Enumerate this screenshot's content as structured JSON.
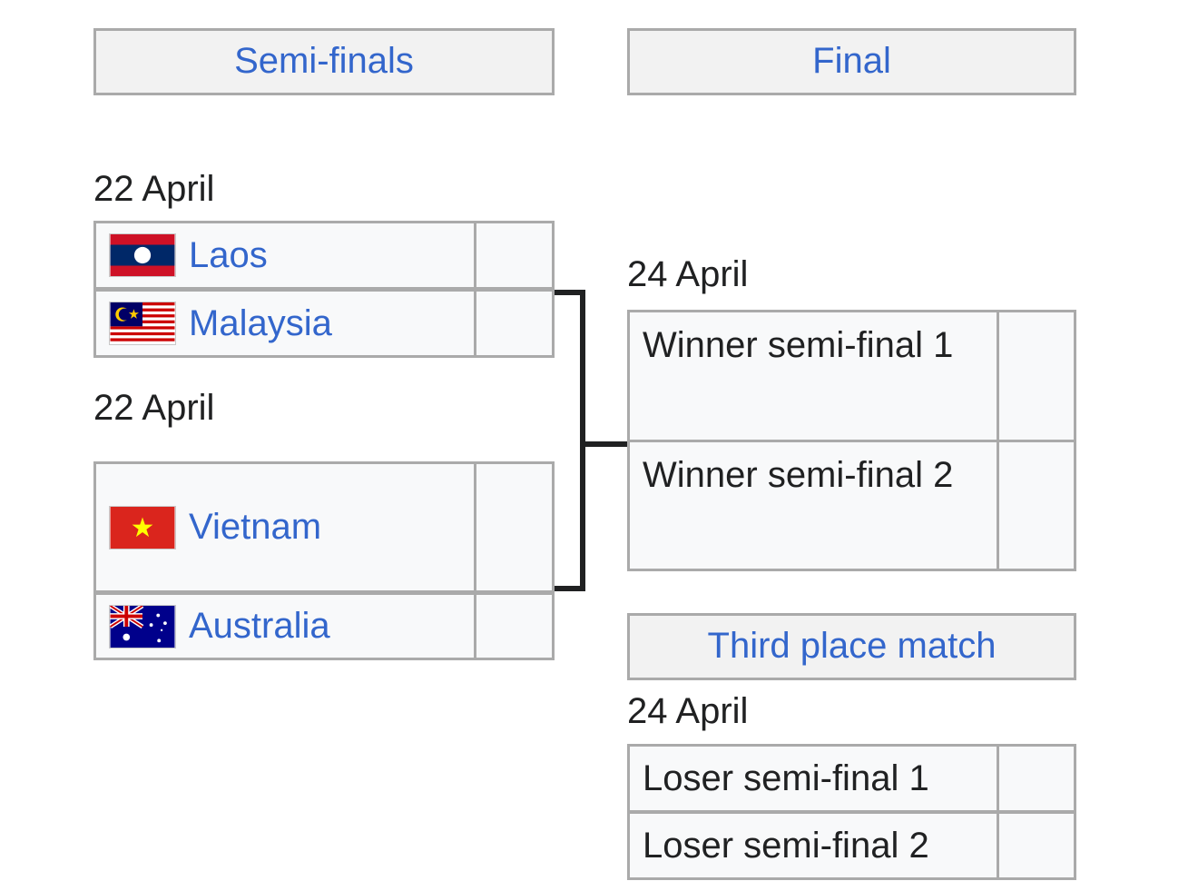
{
  "headers": {
    "semi_finals": "Semi-finals",
    "final": "Final",
    "third_place": "Third place match"
  },
  "semi_finals": [
    {
      "date": "22 April",
      "teams": [
        {
          "name": "Laos",
          "flag": "laos-flag-icon",
          "score": ""
        },
        {
          "name": "Malaysia",
          "flag": "malaysia-flag-icon",
          "score": ""
        }
      ]
    },
    {
      "date": "22 April",
      "teams": [
        {
          "name": "Vietnam",
          "flag": "vietnam-flag-icon",
          "score": ""
        },
        {
          "name": "Australia",
          "flag": "australia-flag-icon",
          "score": ""
        }
      ]
    }
  ],
  "final": {
    "date": "24 April",
    "teams": [
      {
        "name": "Winner semi-final 1",
        "score": ""
      },
      {
        "name": "Winner semi-final 2",
        "score": ""
      }
    ]
  },
  "third_place": {
    "date": "24 April",
    "teams": [
      {
        "name": "Loser semi-final 1",
        "score": ""
      },
      {
        "name": "Loser semi-final 2",
        "score": ""
      }
    ]
  },
  "colors": {
    "link": "#3366cc",
    "text": "#202122",
    "header_bg": "#f2f2f2",
    "cell_bg": "#f8f9fa",
    "border": "#aaaaaa",
    "connector": "#202122"
  }
}
